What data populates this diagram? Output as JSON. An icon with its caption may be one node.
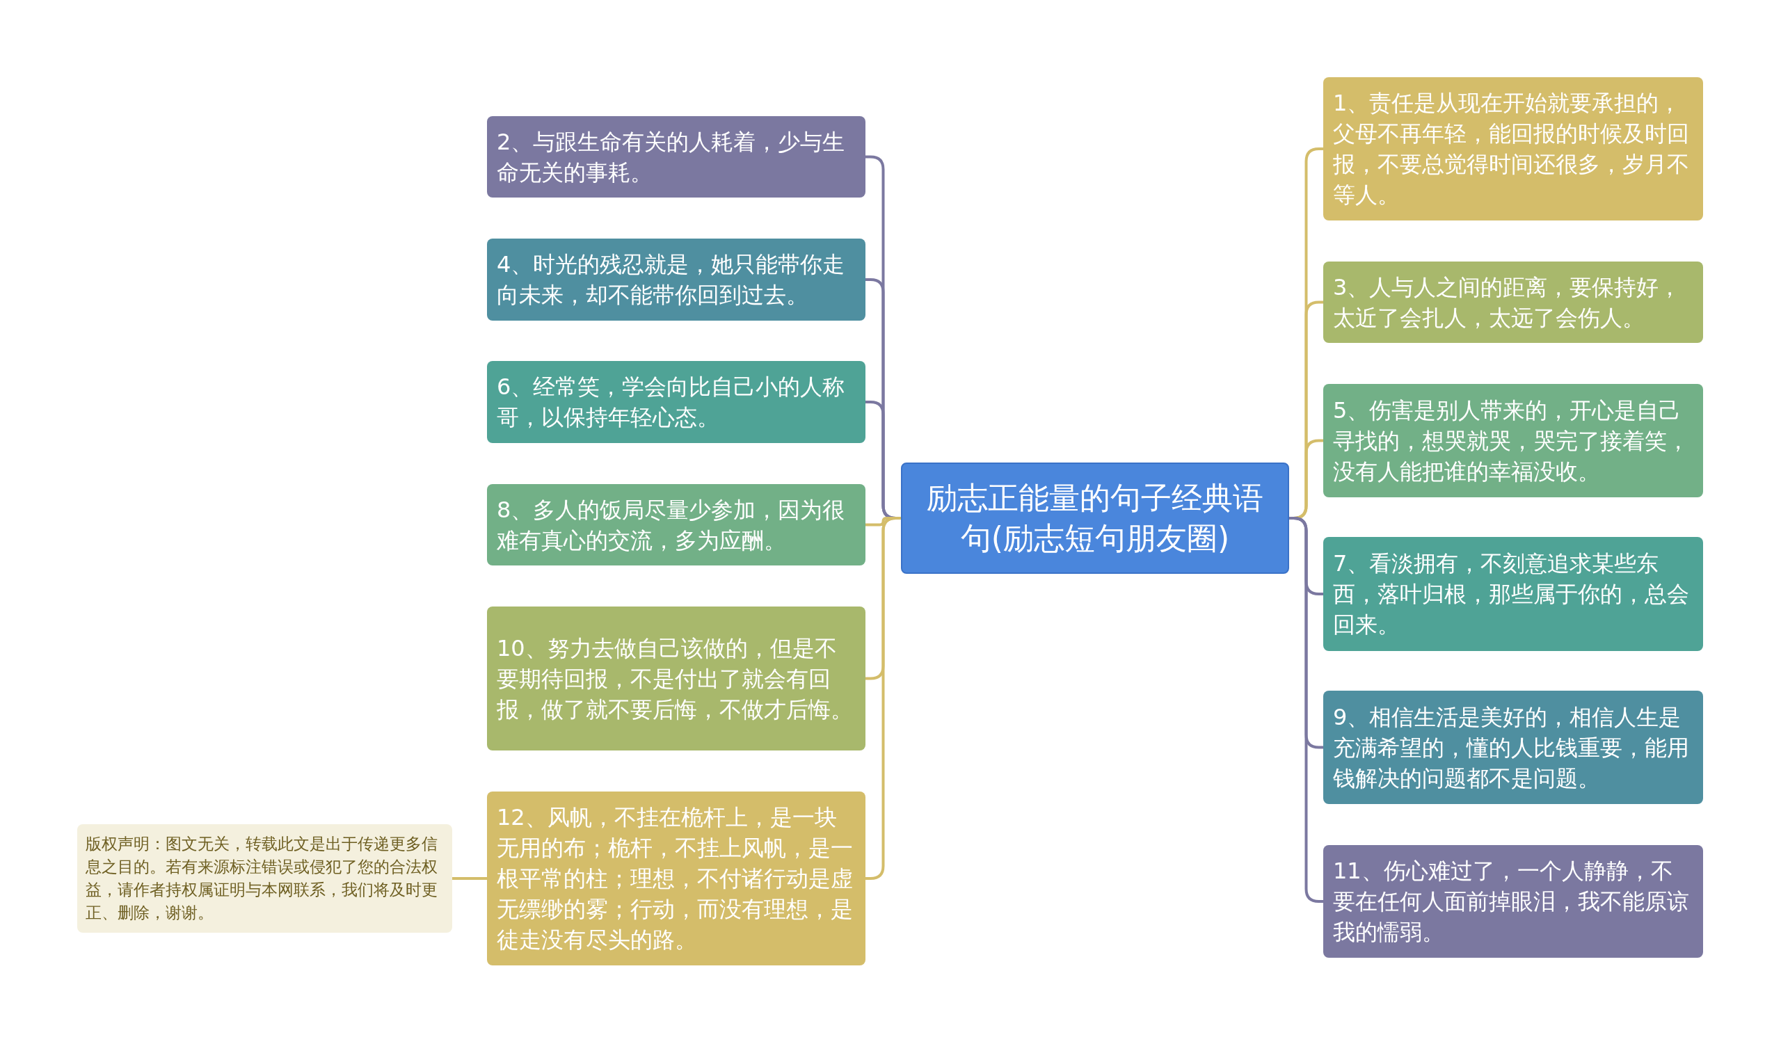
{
  "diagram": {
    "nodes": [
      {
        "text": [
          "励志正能量的句子经典语句(励志短句朋友圈)"
        ]
      },
      {
        "text": [
          "2、与跟生命有关的人耗着，少与生命无关的事耗。"
        ]
      },
      {
        "text": [
          "4、时光的残忍就是，她只能带你走向未来，却不能带你回到过去。"
        ]
      },
      {
        "text": [
          "6、经常笑，学会向比自己小的人称哥，以保持年轻心态。"
        ]
      },
      {
        "text": [
          "8、多人的饭局尽量少参加，因为很难有真心的交流，多为应酬。"
        ]
      },
      {
        "text": [
          "10、努力去做自己该做的，但是不要期待回报，不是付出了就会有回报，做了就不要后悔，不做才后悔。"
        ]
      },
      {
        "text": [
          "12、风帆，不挂在桅杆上，是一块无用的布；桅杆，不挂上风帆，是一根平常的柱；理想，不付诸行动是虚无缥缈的雾；行动，而没有理想，是徒走没有尽头的路。"
        ]
      },
      {
        "text": [
          "1、责任是从现在开始就要承担的，父母不再年轻，能回报的时候及时回报，不要总觉得时间还很多，岁月不等人。"
        ]
      },
      {
        "text": [
          "3、人与人之间的距离，要保持好，太近了会扎人，太远了会伤人。"
        ]
      },
      {
        "text": [
          "5、伤害是别人带来的，开心是自己寻找的，想哭就哭，哭完了接着笑，没有人能把谁的幸福没收。"
        ]
      },
      {
        "text": [
          "7、看淡拥有，不刻意追求某些东西，落叶归根，那些属于你的，总会回来。"
        ]
      },
      {
        "text": [
          "9、相信生活是美好的，相信人生是充满希望的，懂的人比钱重要，能用钱解决的问题都不是问题。"
        ]
      },
      {
        "text": [
          "11、伤心难过了，一个人静静，不要在任何人面前掉眼泪，我不能原谅我的懦弱。"
        ]
      },
      {
        "text": [
          "版权声明：图文无关，转载此文是出于传递更多信息之目的。若有来源标注错误或侵犯了您的合法权益，请作者持权属证明与本网联系，我们将及时更正、删除，谢谢。"
        ]
      }
    ],
    "edges": [
      {
        "from": 0,
        "to": 1,
        "arrow": "none",
        "color": "#7b78a0"
      },
      {
        "from": 0,
        "to": 2,
        "arrow": "none",
        "color": "#7b78a0"
      },
      {
        "from": 0,
        "to": 3,
        "arrow": "none",
        "color": "#7b78a0"
      },
      {
        "from": 0,
        "to": 4,
        "arrow": "none",
        "color": "#d4bd6a"
      },
      {
        "from": 0,
        "to": 5,
        "arrow": "none",
        "color": "#d4bd6a"
      },
      {
        "from": 0,
        "to": 6,
        "arrow": "none",
        "color": "#d4bd6a"
      },
      {
        "from": 0,
        "to": 7,
        "arrow": "none",
        "color": "#d4bd6a"
      },
      {
        "from": 0,
        "to": 8,
        "arrow": "none",
        "color": "#d4bd6a"
      },
      {
        "from": 0,
        "to": 9,
        "arrow": "none",
        "color": "#d4bd6a"
      },
      {
        "from": 0,
        "to": 10,
        "arrow": "none",
        "color": "#7b78a0"
      },
      {
        "from": 0,
        "to": 11,
        "arrow": "none",
        "color": "#7b78a0"
      },
      {
        "from": 0,
        "to": 12,
        "arrow": "none",
        "color": "#7b78a0"
      },
      {
        "from": 6,
        "to": 13,
        "arrow": "none",
        "color": "#d4bd6a"
      }
    ]
  }
}
